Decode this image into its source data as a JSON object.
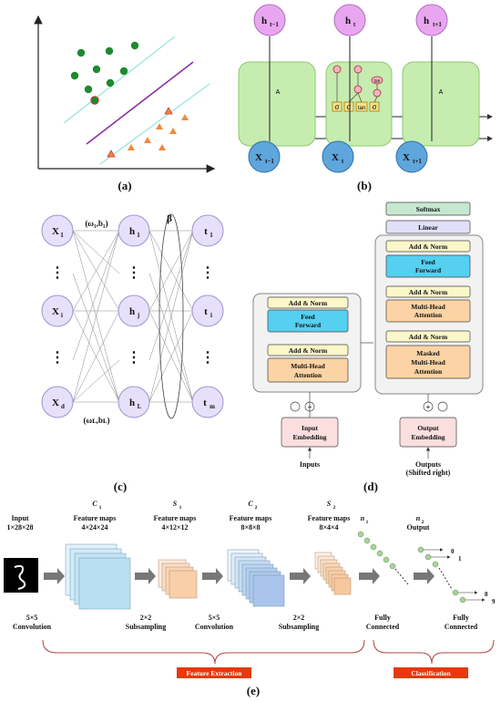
{
  "panel_labels": {
    "a": "(a)",
    "b": "(b)",
    "c": "(c)",
    "d": "(d)",
    "e": "(e)"
  },
  "colors": {
    "green_point": "#1e8a2e",
    "orange_point": "#f08a3c",
    "hyperplane": "#8b2fa8",
    "margin": "#7fe0d6",
    "hidden_out": "#e9a6f0",
    "input_node": "#5fa6dc",
    "lstm_cell": "#c7ecb0",
    "elm_node": "#e6e0fa",
    "attention": "#fcd3a4",
    "feedforward": "#55d0f0",
    "addnorm": "#fbf7c9",
    "linear": "#e1e0fa",
    "softmax": "#c6e8d0",
    "embedding": "#fbdede",
    "cnn_fm1": "#b9dff2",
    "cnn_fm2": "#f8cfa9",
    "cnn_label": "#e23b0e"
  },
  "rnn": {
    "outputs": [
      "h",
      "h",
      "h"
    ],
    "output_subs": [
      "t−1",
      "t",
      "t+1"
    ],
    "inputs": [
      "X",
      "X",
      "X"
    ],
    "input_subs": [
      "t−1",
      "t",
      "t+1"
    ],
    "cell_label": "A",
    "gate_labels": [
      "σ",
      "σ",
      "tan",
      "σ"
    ],
    "tanh_label": "tan",
    "op_symbols": [
      "×",
      "+",
      "×",
      "×"
    ]
  },
  "elm": {
    "inputs": [
      "X",
      "X",
      "X"
    ],
    "input_subs": [
      "1",
      "i",
      "d"
    ],
    "hidden": [
      "h",
      "h",
      "h"
    ],
    "hidden_subs": [
      "1",
      "j",
      "L"
    ],
    "outputs": [
      "t",
      "t",
      "t"
    ],
    "output_subs": [
      "1",
      "i",
      "m"
    ],
    "weight_top": "(ω₁,b₁)",
    "weight_bottom": "(ωʟ,bʟ)",
    "beta": "β",
    "dots": "⋮"
  },
  "transformer": {
    "softmax": "Softmax",
    "linear": "Linear",
    "add_norm": "Add & Norm",
    "feed_forward": "Feed Forward",
    "mha": "Multi-Head Attention",
    "masked_mha": "Masked Multi-Head Attention",
    "input_embedding": "Input Embedding",
    "output_embedding": "Output Embedding",
    "inputs": "Inputs",
    "outputs": "Outputs",
    "outputs_sub": "(Shifted right)"
  },
  "cnn": {
    "input_title": "Input",
    "input_size": "1×28×28",
    "c1": "C",
    "c1_sub": "1",
    "c1_title": "Feature maps",
    "c1_size": "4×24×24",
    "s1": "S",
    "s1_sub": "1",
    "s1_title": "Feature maps",
    "s1_size": "4×12×12",
    "c2": "C",
    "c2_sub": "2",
    "c2_title": "Feature maps",
    "c2_size": "8×8×8",
    "s2": "S",
    "s2_sub": "2",
    "s2_title": "Feature maps",
    "s2_size": "8×4×4",
    "n1": "n",
    "n1_sub": "1",
    "n2": "n",
    "n2_sub": "2",
    "n2_title": "Output",
    "op1": "5×5 Convolution",
    "op2": "2×2 Subsampling",
    "op3": "5×5 Convolution",
    "op4": "2×2 Subsampling",
    "op5": "Fully Connected",
    "op6": "Fully Connected",
    "out_labels": [
      "0",
      "1",
      "8",
      "9"
    ],
    "feature_extraction": "Feature Extraction",
    "classification": "Classification"
  }
}
